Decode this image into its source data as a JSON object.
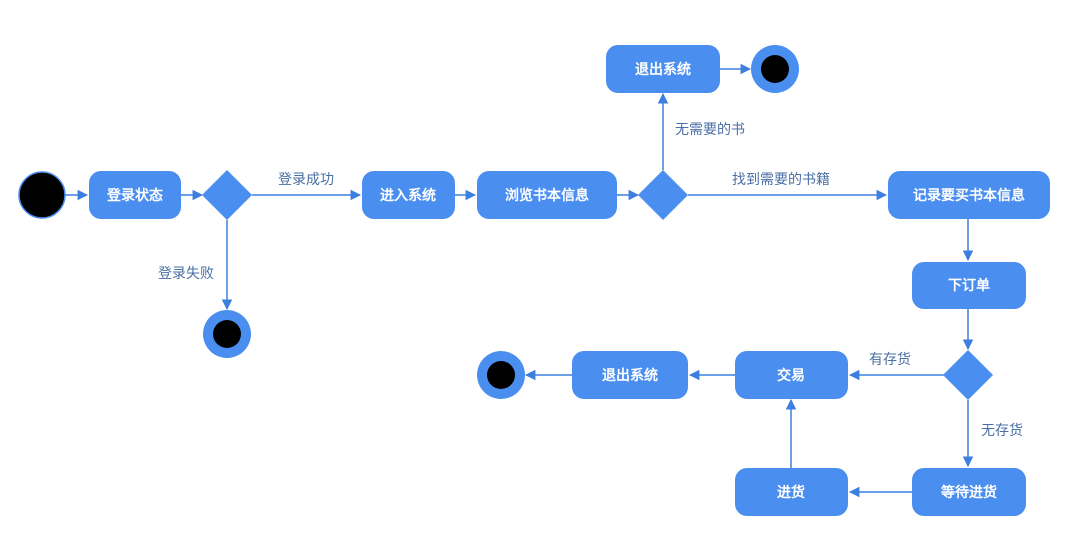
{
  "colors": {
    "node_fill": "#4a8ef0",
    "node_stroke": "#2f6fd6",
    "edge": "#3d7fe0",
    "edge_label": "#4a6fa5",
    "terminal_ring": "#4a8ef0",
    "terminal_core": "#000000",
    "background": "#ffffff"
  },
  "nodes": {
    "login_status": "登录状态",
    "enter_system": "进入系统",
    "browse_books": "浏览书本信息",
    "exit_system_top": "退出系统",
    "record_purchase": "记录要买书本信息",
    "place_order": "下订单",
    "transaction": "交易",
    "exit_system_bottom": "退出系统",
    "restock": "进货",
    "wait_restock": "等待进货"
  },
  "edge_labels": {
    "login_success": "登录成功",
    "login_failure": "登录失败",
    "no_needed_book": "无需要的书",
    "found_needed_book": "找到需要的书籍",
    "in_stock": "有存货",
    "out_of_stock": "无存货"
  }
}
